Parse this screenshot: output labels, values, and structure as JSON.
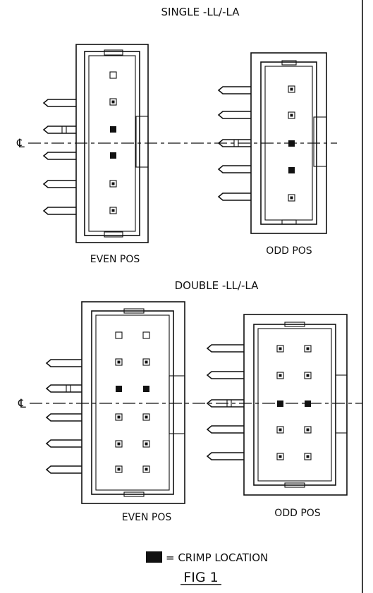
{
  "figure": {
    "single_title": "SINGLE -LL/-LA",
    "double_title": "DOUBLE -LL/-LA",
    "single_even_label": "EVEN POS",
    "single_odd_label": "ODD POS",
    "double_even_label": "EVEN POS",
    "double_odd_label": "ODD POS",
    "centerline_symbol": "℄",
    "legend_text": "= CRIMP LOCATION",
    "fig_label": "FIG 1"
  },
  "colors": {
    "ink": "#111111",
    "background": "#ffffff"
  }
}
